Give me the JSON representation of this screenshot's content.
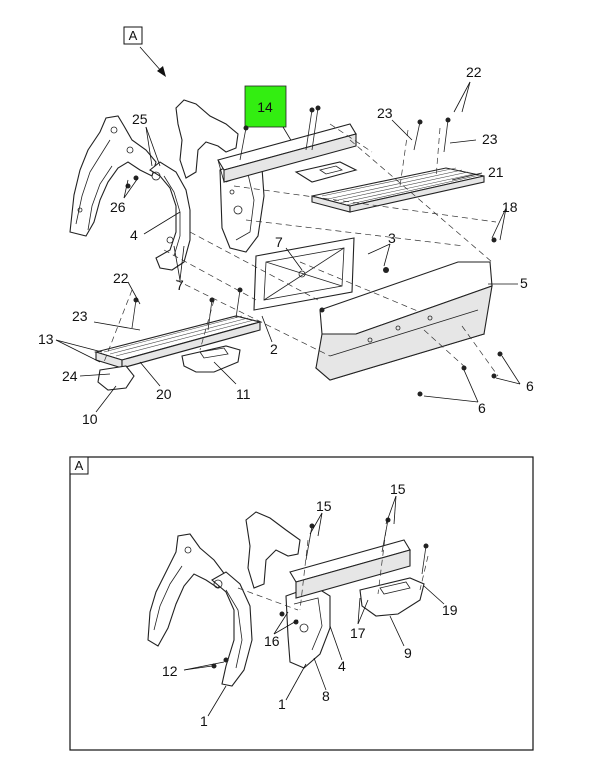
{
  "view_marker": {
    "label": "A"
  },
  "detail_box": {
    "label": "A"
  },
  "highlight": {
    "label": "14",
    "color": "#33ee11"
  },
  "callouts_main": [
    "22",
    "23",
    "23",
    "21",
    "25",
    "26",
    "4",
    "7",
    "7",
    "3",
    "18",
    "5",
    "22",
    "23",
    "13",
    "24",
    "20",
    "11",
    "10",
    "2",
    "6",
    "6"
  ],
  "callouts_detail": [
    "15",
    "15",
    "16",
    "17",
    "19",
    "9",
    "12",
    "1",
    "1",
    "8",
    "4"
  ]
}
